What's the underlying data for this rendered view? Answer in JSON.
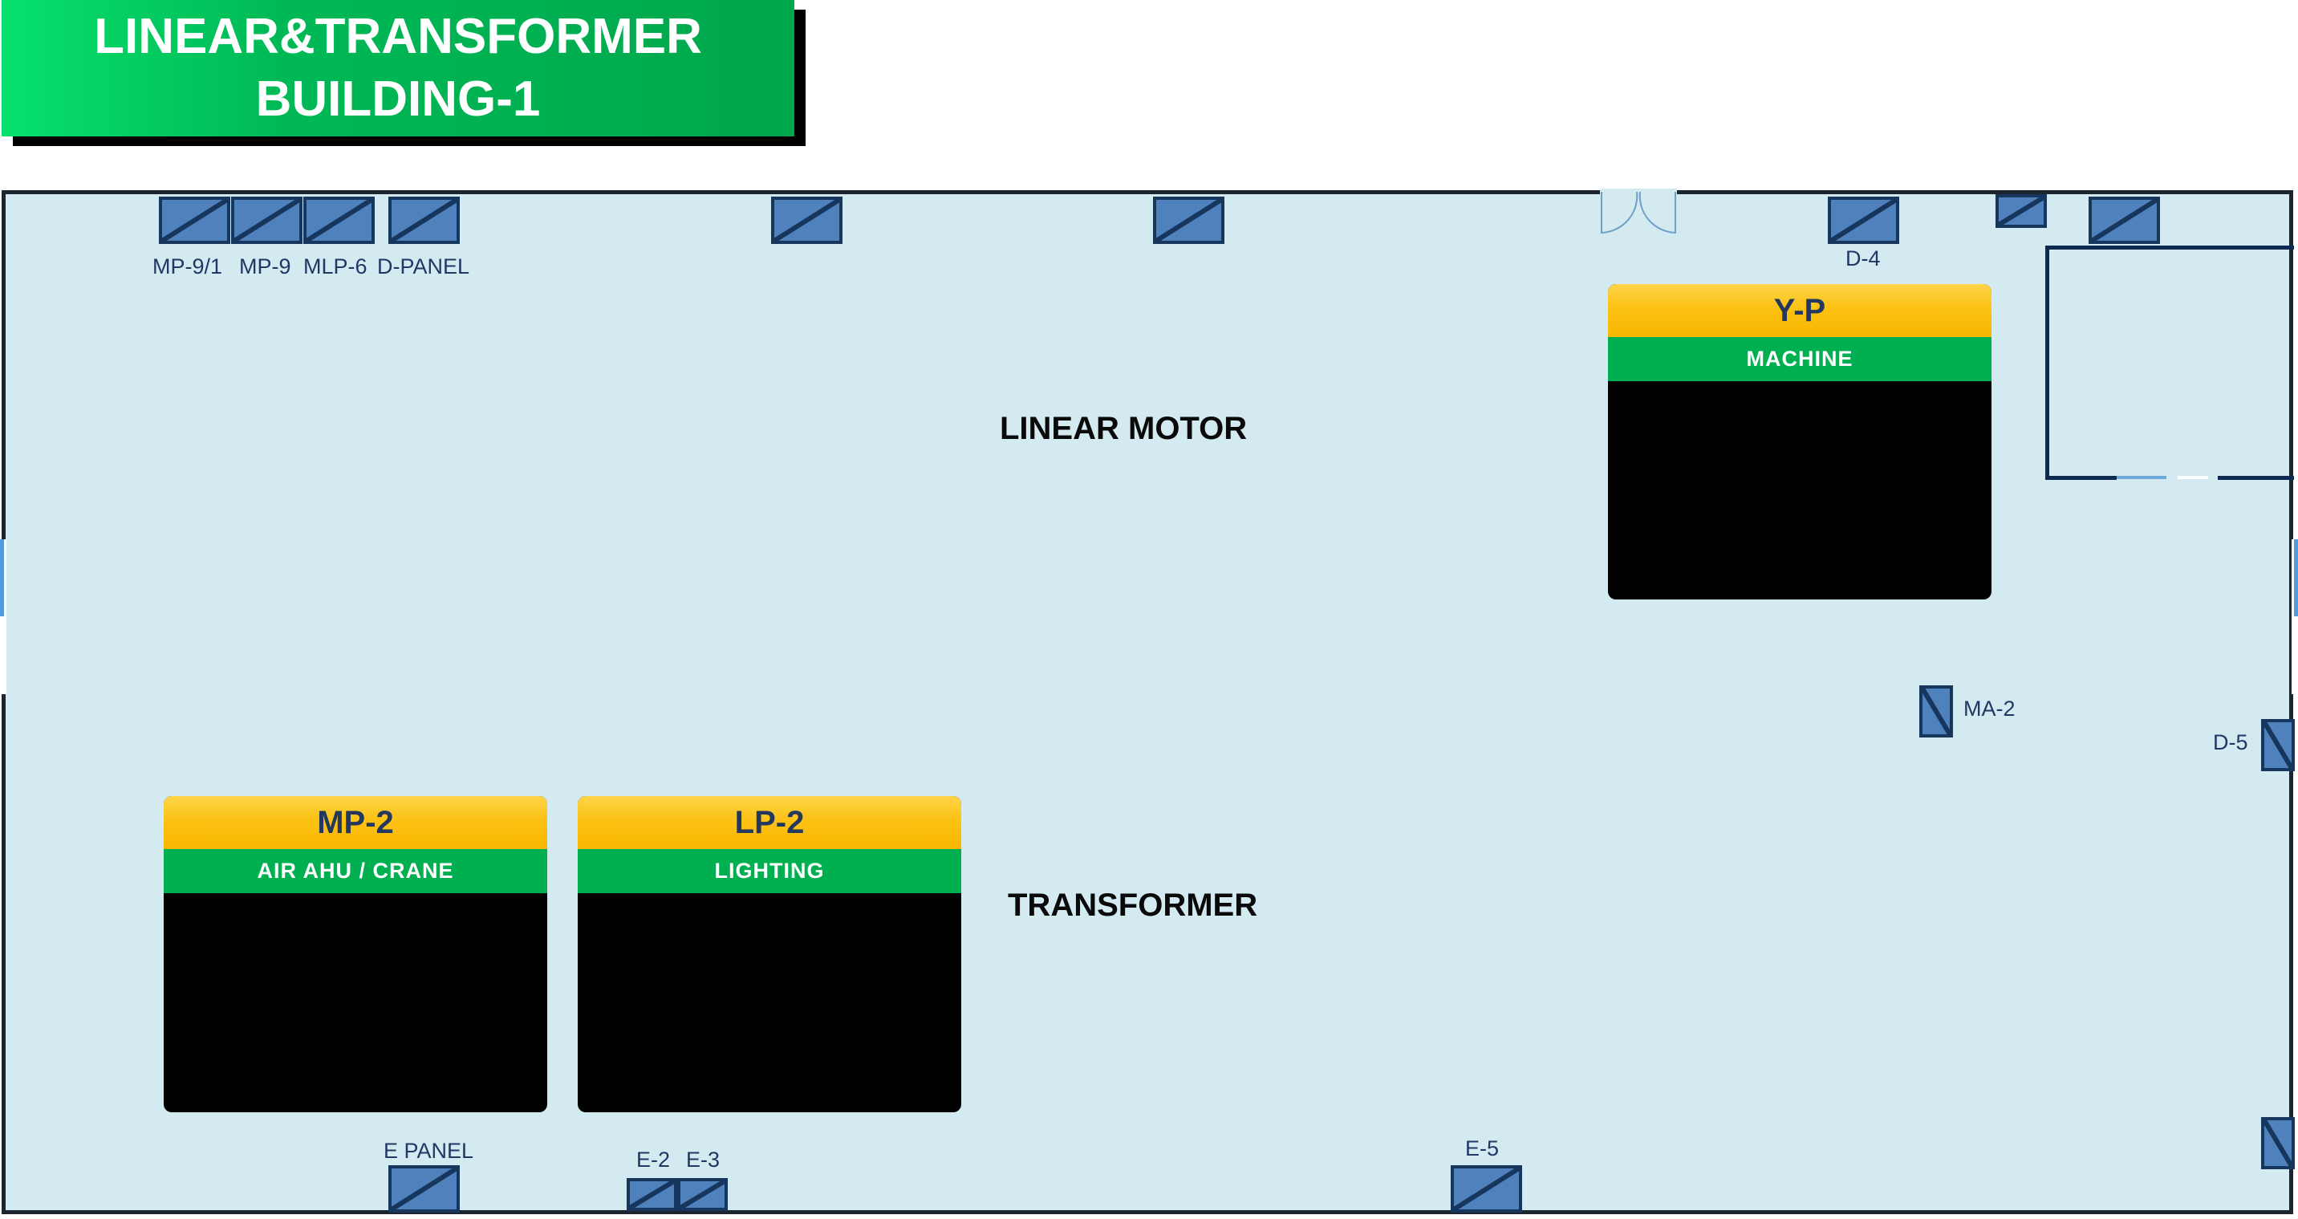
{
  "title": {
    "line1": "LINEAR&TRANSFORMER",
    "line2": "BUILDING-1"
  },
  "areas": {
    "linear_motor": "LINEAR MOTOR",
    "transformer": "TRANSFORMER"
  },
  "panels": {
    "mp91": "MP-9/1",
    "mp9": "MP-9",
    "mlp6": "MLP-6",
    "dpanel": "D-PANEL",
    "d4": "D-4",
    "ma2": "MA-2",
    "d5": "D-5",
    "epanel": "E PANEL",
    "e2": "E-2",
    "e3": "E-3",
    "e5": "E-5"
  },
  "cards": {
    "yp": {
      "title": "Y-P",
      "subtitle": "MACHINE"
    },
    "mp2": {
      "title": "MP-2",
      "subtitle": "AIR AHU / CRANE"
    },
    "lp2": {
      "title": "LP-2",
      "subtitle": "LIGHTING"
    }
  },
  "colors": {
    "floor": "#d4eaf1",
    "panel_fill": "#4f81bd",
    "panel_border": "#17365d",
    "card_header": "#fcc214",
    "card_subheader": "#00b050",
    "title_banner": "#00b050"
  }
}
